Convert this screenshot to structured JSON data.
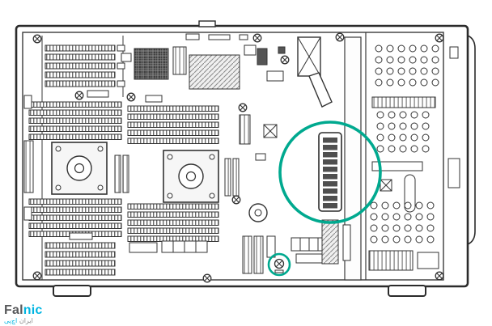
{
  "diagram": {
    "name": "server-motherboard-internal-view",
    "highlight_color": "#00A98F",
    "line_color": "#2b2b2b",
    "background": "#ffffff",
    "highlights": [
      {
        "label": "system-maintenance-switch-callout",
        "shape": "circle-large"
      },
      {
        "label": "screw-callout",
        "shape": "circle-small"
      }
    ]
  },
  "logo": {
    "prefix": "Fal",
    "suffix": "nic",
    "tagline_left": "ایران",
    "tagline_right": "اچ‌پی",
    "prefix_color": "#58595b",
    "suffix_color": "#00b5e2"
  }
}
